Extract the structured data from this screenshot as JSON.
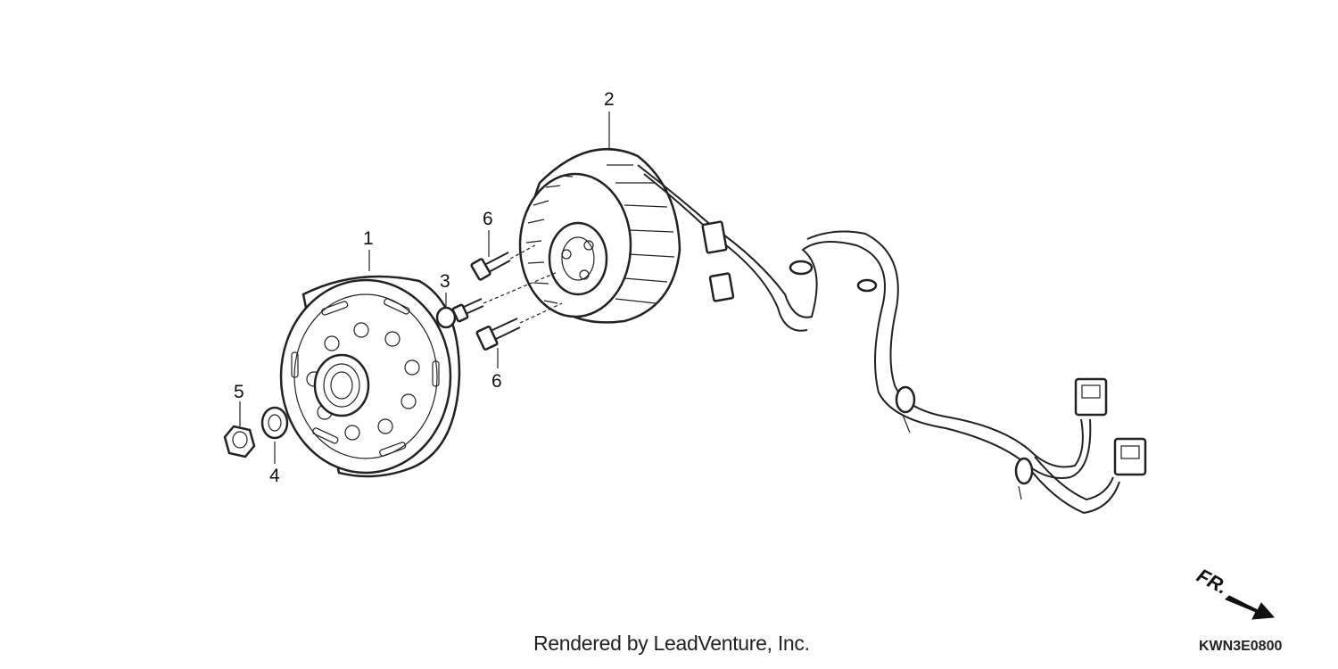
{
  "callouts": {
    "flywheel": "1",
    "stator": "2",
    "washer_bolt": "3",
    "washer": "4",
    "nut": "5",
    "bolt_upper": "6",
    "bolt_lower": "6"
  },
  "direction": {
    "label": "FR."
  },
  "footer": {
    "credit": "Rendered by LeadVenture, Inc.",
    "diagram_code": "KWN3E0800"
  }
}
